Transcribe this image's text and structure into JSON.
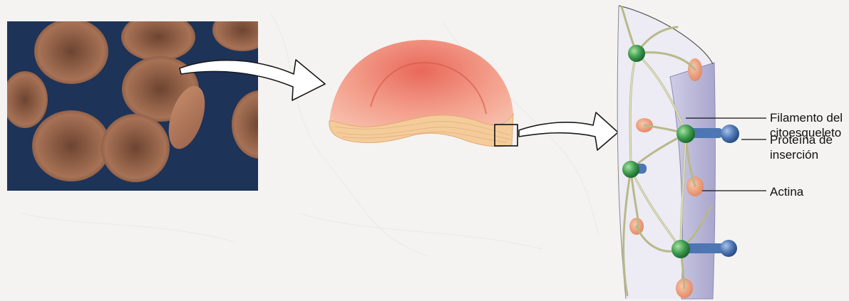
{
  "labels": {
    "filament": [
      "Filamento del",
      "citoesqueleto"
    ],
    "protein": [
      "Proteína de",
      "inserción"
    ],
    "actin": "Actina"
  },
  "colors": {
    "micrograph_background": "#1d3358",
    "cell_brown": "#9a6a4e",
    "disc_surface": "#ef9d86",
    "disc_cross_section": "#f4cc9a",
    "membrane": "#b9b6d6",
    "filament": "#d6d8a6",
    "junction_green": "#3c9a4e",
    "protein_blue": "#4d76b2",
    "actin_orange": "#eea27c"
  }
}
